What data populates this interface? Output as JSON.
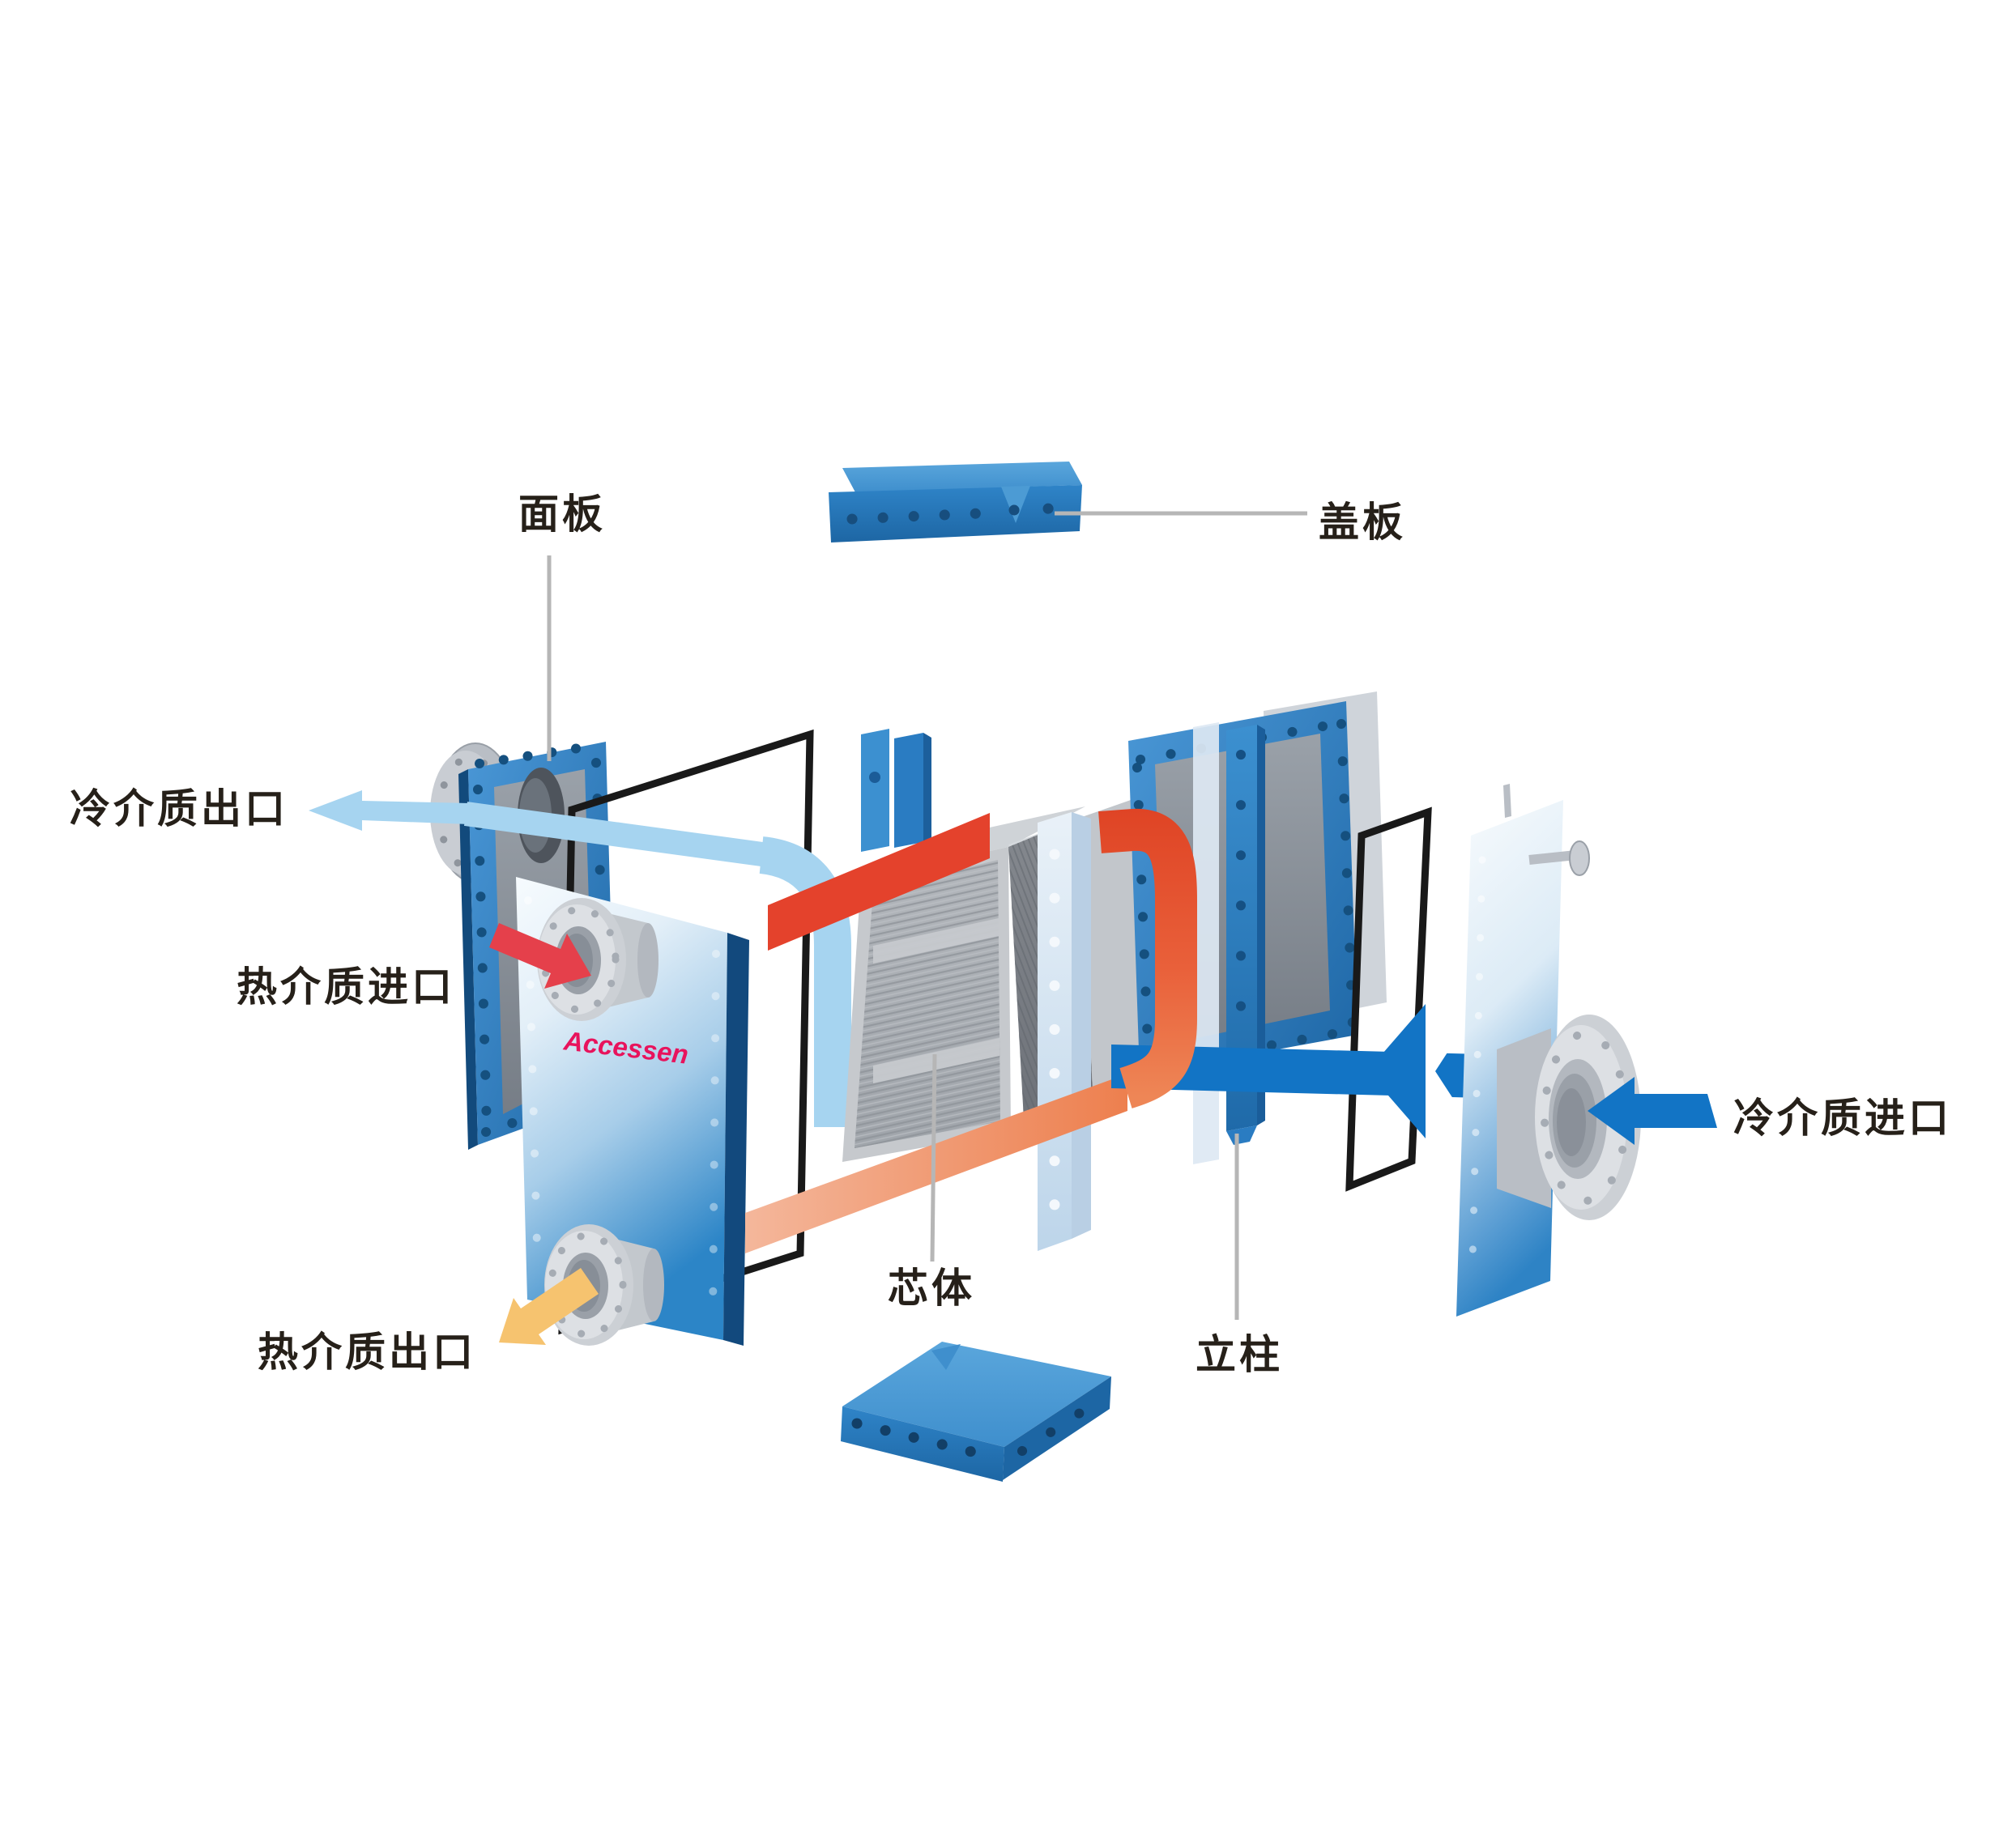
{
  "diagram": {
    "brand": "Accessen",
    "labels": {
      "panel": "面板",
      "cover_plate": "盖板",
      "cold_outlet": "冷介质出口",
      "hot_inlet": "热介质进口",
      "hot_outlet": "热介质出口",
      "cold_inlet": "冷介质进口",
      "core": "芯体",
      "column": "立柱"
    },
    "icons": [
      "cold-outlet-arrow-icon",
      "hot-inlet-arrow-icon",
      "hot-outlet-arrow-icon",
      "cold-inlet-arrow-icon",
      "cold-flow-chevron-icon"
    ],
    "colors": {
      "frame_blue": "#2b80c4",
      "frame_blue_dark": "#1d66a4",
      "hot_flow_red": "#e5404b",
      "hot_pipe_orange": "#ee8656",
      "hot_out_salmon": "#f3b295",
      "cold_flow_blue": "#1274c5",
      "cold_out_light": "#a6d4f0",
      "hot_out_yellow": "#f6c36f",
      "metal_gray": "#c7cbd1",
      "gasket_black": "#191919",
      "leader_gray": "#b6b6b6",
      "text": "#262019",
      "logo_pink": "#e8135c"
    }
  }
}
